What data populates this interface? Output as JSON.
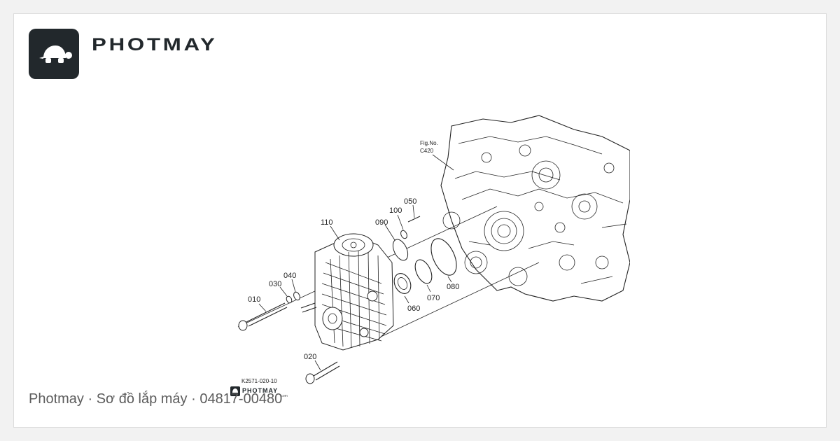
{
  "brand": {
    "name": "PHOTMAY",
    "logo_icon": "turtle-icon"
  },
  "caption": "Photmay · Sơ đồ lắp máy · 04817-00480",
  "diagram": {
    "fig_ref_line1": "Fig.No.",
    "fig_ref_line2": "C420",
    "drawing_code": "K2571-020-10",
    "watermark_brand": "PHOTMAY",
    "watermark_sub": ".com",
    "callouts": [
      "110",
      "090",
      "100",
      "050",
      "040",
      "030",
      "010",
      "060",
      "070",
      "080",
      "020"
    ]
  }
}
